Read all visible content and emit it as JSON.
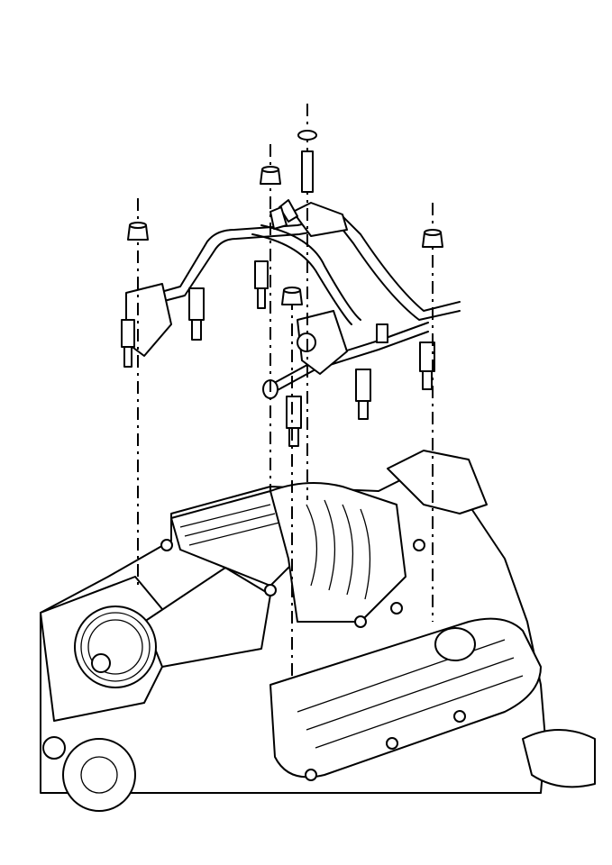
{
  "diagram": {
    "type": "exploded-view line drawing",
    "colors": {
      "line": "#000000",
      "background": "#ffffff"
    },
    "parts": {
      "fasteners": 5,
      "fuel_injectors": 6,
      "fuel_rail": 1
    }
  }
}
